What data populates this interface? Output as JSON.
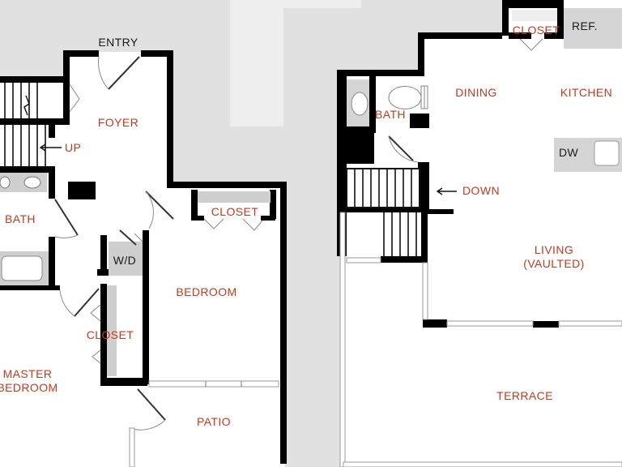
{
  "colors": {
    "background": "#e1e1e1",
    "floor": "#ffffff",
    "wall": "#000000",
    "fixture": "#cfcfcf",
    "room_label": "#c9381c",
    "plain_label": "#1a1a1a"
  },
  "lower_level": {
    "entry": "ENTRY",
    "foyer": "FOYER",
    "up": "UP",
    "bath": "BATH",
    "wd": "W/D",
    "bedroom": "BEDROOM",
    "closet_bedroom": "CLOSET",
    "closet_hall": "CLOSET",
    "master_line1": "MASTER",
    "master_line2": "BEDROOM",
    "patio": "PATIO"
  },
  "upper_level": {
    "closet": "CLOSET",
    "ref": "REF.",
    "dining": "DINING",
    "kitchen": "KITCHEN",
    "bath": "BATH",
    "dw": "DW",
    "down": "DOWN",
    "living_line1": "LIVING",
    "living_line2": "(VAULTED)",
    "terrace": "TERRACE"
  }
}
